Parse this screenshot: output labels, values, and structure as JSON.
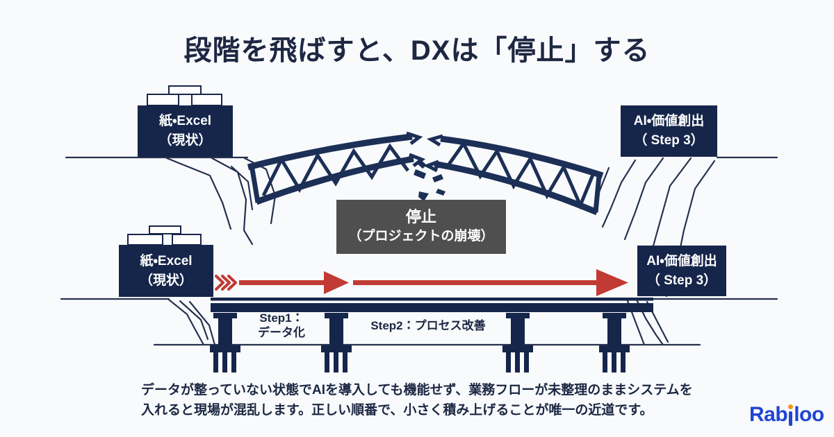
{
  "title": "段階を飛ばすと、DXは「停止」する",
  "colors": {
    "background": "#f8fafc",
    "navy": "#16254a",
    "ink_text": "#1b2742",
    "terrain_line": "#26314f",
    "failure_gray": "#4f4f4f",
    "arrow_red": "#c23a34",
    "logo_blue": "#2144d2",
    "logo_orange": "#f7941e"
  },
  "upper_path": {
    "from": {
      "line1": "紙・Excel",
      "line2": "（現状）"
    },
    "to": {
      "line1": "AI・価値創出",
      "line2": "（ Step 3）"
    },
    "failure": {
      "line1": "停止",
      "line2": "（プロジェクトの崩壊）"
    }
  },
  "lower_path": {
    "from": {
      "line1": "紙・Excel",
      "line2": "（現状）"
    },
    "to": {
      "line1": "AI・価値創出",
      "line2": "（ Step 3）"
    },
    "step1": {
      "line1": "Step1：",
      "line2": "データ化"
    },
    "step2": "Step2：プロセス改善"
  },
  "footer": {
    "line1": "データが整っていない状態でAIを導入しても機能せず、業務フローが未整理のままシステムを",
    "line2": "入れると現場が混乱します。正しい順番で、小さく積み上げることが唯一の近道です。"
  },
  "logo": {
    "text": "Rabiloo",
    "part1": "Rab",
    "part2": "loo"
  },
  "illustrations": {
    "broken_bridge": "broken-truss-bridge-icon",
    "lower_bridge": "girder-bridge-with-piers-icon",
    "terrain": "cliff-terrain-icon",
    "debris": "falling-debris-icon",
    "arrow": "red-progress-arrow-icon",
    "stacked_boxes": "stacked-boxes-icon"
  }
}
